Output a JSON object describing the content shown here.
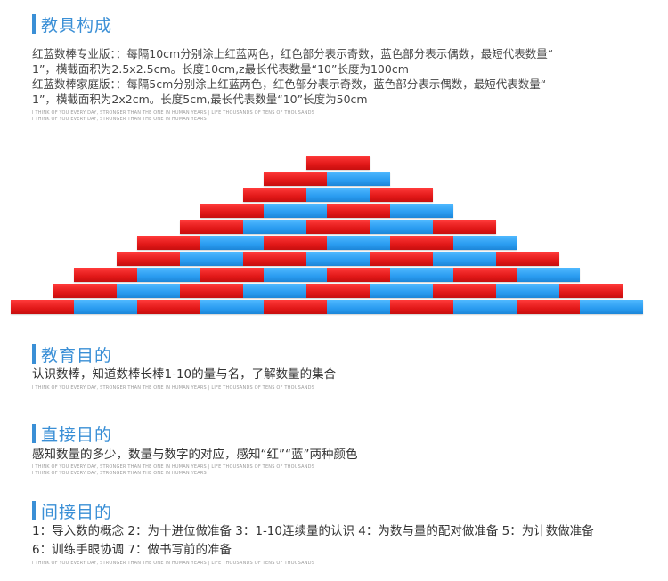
{
  "sections": {
    "composition": {
      "title": "教具构成",
      "lines": [
        "红蓝数棒专业版：：每隔10cm分别涂上红蓝两色，红色部分表示奇数，蓝色部分表示偶数，最短代表数量“",
        "1”，横截面积为2.5x2.5cm。长度10cm,z最长代表数量“10”长度为100cm",
        "红蓝数棒家庭版：：每隔5cm分别涂上红蓝两色，红色部分表示奇数，蓝色部分表示偶数，最短代表数量“",
        "1”，横截面积为2x2cm。长度5cm,最长代表数量“10”长度为50cm"
      ]
    },
    "purpose": {
      "title": "教育目的",
      "text": "认识数棒，知道数棒长棒1-10的量与名，了解数量的集合"
    },
    "direct": {
      "title": "直接目的",
      "text": "感知数量的多少，数量与数字的对应，感知“红”“蓝”两种颜色"
    },
    "indirect": {
      "title": "间接目的",
      "line1": "1：导入数的概念 2：为十进位做准备 3：1-10连续量的认识 4：为数与量的配对做准备 5：为计数做准备",
      "line2": "6：训练手眼协调 7：做书写前的准备"
    }
  },
  "decor_text": {
    "line_a": "I THINK OF YOU EVERY DAY, STRONGER THAN THE ONE IN HUMAN YEARS | LIFE THOUSANDS OF TENS OF THOUSANDS",
    "line_b": "I THINK OF YOU EVERY DAY, STRONGER THAN THE ONE IN HUMAN YEARS"
  },
  "colors": {
    "accent": "#3a8fd6",
    "rod_red": "#e11818",
    "rod_blue": "#2a9cf0"
  },
  "rods": [
    {
      "count": 1
    },
    {
      "count": 2
    },
    {
      "count": 3
    },
    {
      "count": 4
    },
    {
      "count": 5
    },
    {
      "count": 6
    },
    {
      "count": 7
    },
    {
      "count": 8
    },
    {
      "count": 9
    },
    {
      "count": 10
    }
  ]
}
